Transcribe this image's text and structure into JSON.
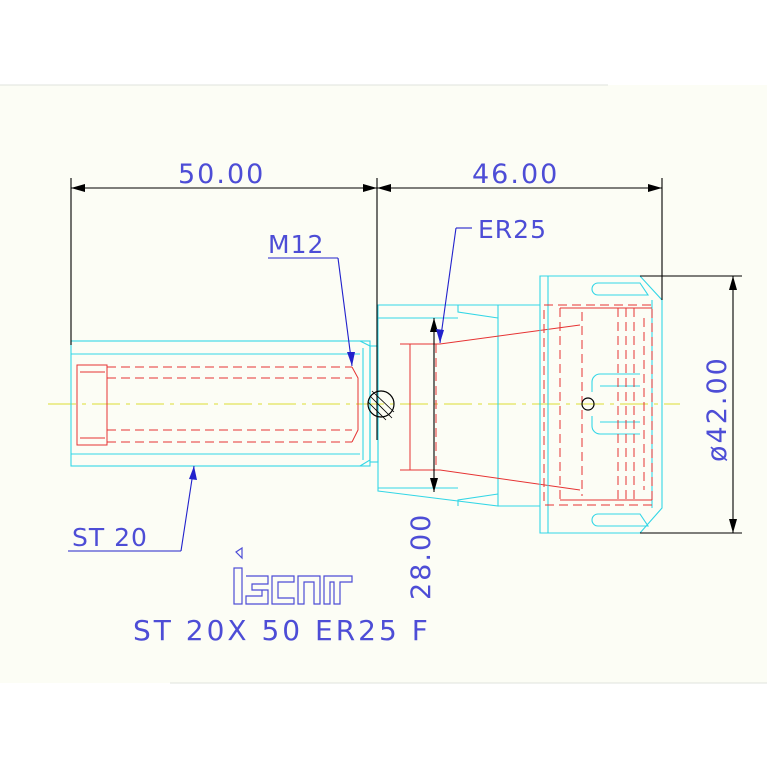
{
  "drawing": {
    "dimensions": {
      "shank_length": "50.00",
      "head_length": "46.00",
      "head_diameter": "ø42.00",
      "collet_reach": "28.00"
    },
    "callouts": {
      "thread": "M12",
      "collet": "ER25",
      "shank": "ST 20"
    },
    "logo_text": "iscar",
    "part_code": "ST 20X 50 ER25 F"
  },
  "colors": {
    "background": "#ffffff",
    "sheet": "#fcfdf5",
    "outline": "#33d6e6",
    "hidden_lines": "#e63333",
    "dimensions": "#000000",
    "labels": "#4d4dd6",
    "centerline": "#dddd33"
  }
}
